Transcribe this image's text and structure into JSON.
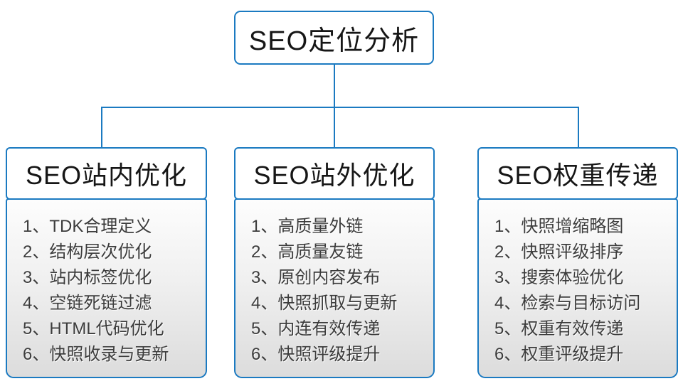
{
  "accent_color": "#1b7ac1",
  "root": {
    "title": "SEO定位分析"
  },
  "branches": [
    {
      "title": "SEO站内优化",
      "items": [
        "1、TDK合理定义",
        "2、结构层次优化",
        "3、站内标签优化",
        "4、空链死链过滤",
        "5、HTML代码优化",
        "6、快照收录与更新"
      ]
    },
    {
      "title": "SEO站外优化",
      "items": [
        "1、高质量外链",
        "2、高质量友链",
        "3、原创内容发布",
        "4、快照抓取与更新",
        "5、内连有效传递",
        "6、快照评级提升"
      ]
    },
    {
      "title": "SEO权重传递",
      "items": [
        "1、快照增缩略图",
        "2、快照评级排序",
        "3、搜索体验优化",
        "4、检索与目标访问",
        "5、权重有效传递",
        "6、权重评级提升"
      ]
    }
  ]
}
